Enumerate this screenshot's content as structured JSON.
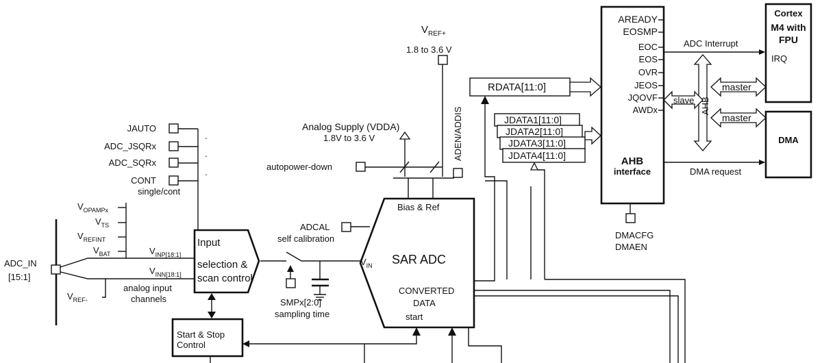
{
  "labels": {
    "vref_plus": "V",
    "vref_plus_sub": "REF+",
    "vref_plus_range": "1.8 to 3.6 V",
    "analog_supply": "Analog Supply (VDDA)",
    "analog_supply_range": "1.8V to 3.6 V",
    "aden_addis": "ADEN/ADDIS",
    "autopower_down": "autopower-down",
    "jauto": "JAUTO",
    "adc_jsqrx": "ADC_JSQRx",
    "adc_sqrx": "ADC_SQRx",
    "cont": "CONT",
    "single_cont": "single/cont",
    "v_opampx": "V",
    "v_opampx_sub": "OPAMPx",
    "v_ts": "V",
    "v_ts_sub": "TS",
    "v_refint": "V",
    "v_refint_sub": "REFINT",
    "v_bat": "V",
    "v_bat_sub": "BAT",
    "v_inp": "V",
    "v_inp_sub": "INP[18:1]",
    "v_inn": "V",
    "v_inn_sub": "INN[18:1]",
    "adc_in": "ADC_IN",
    "adc_in_range": "[15:1]",
    "v_ref_minus": "V",
    "v_ref_minus_sub": "REF-",
    "analog_input": "analog input",
    "channels": "channels",
    "input_sel_1": "Input",
    "input_sel_2": "selection &",
    "input_sel_3": "scan control",
    "adcal": "ADCAL",
    "self_calibration": "self calibration",
    "smpx": "SMPx[2:0]",
    "sampling_time": "sampling time",
    "v_in": "V",
    "v_in_sub": "IN",
    "bias_ref": "Bias & Ref",
    "sar_adc": "SAR ADC",
    "converted": "CONVERTED",
    "data": "DATA",
    "start": "start",
    "start_stop_1": "Start & Stop",
    "start_stop_2": "Control",
    "rdata": "RDATA[11:0]",
    "jdata1": "JDATA1[11:0]",
    "jdata2": "JDATA2[11:0]",
    "jdata3": "JDATA3[11:0]",
    "jdata4": "JDATA4[11:0]",
    "aready": "AREADY",
    "eosmp": "EOSMP",
    "eoc": "EOC",
    "eos": "EOS",
    "ovr": "OVR",
    "jeos": "JEOS",
    "jqovf": "JQOVF",
    "awdx": "AWDx",
    "ahb": "AHB",
    "interface": "interface",
    "ahb_vertical": "AHB",
    "slave": "slave",
    "master_1": "master",
    "master_2": "master",
    "dmacfg": "DMACFG",
    "dmaen": "DMAEN",
    "adc_interrupt": "ADC Interrupt",
    "dma_request": "DMA request",
    "cortex_1": "Cortex",
    "cortex_2": "M4 with",
    "cortex_3": "FPU",
    "irq": "IRQ",
    "dma": "DMA",
    "dot": "."
  }
}
